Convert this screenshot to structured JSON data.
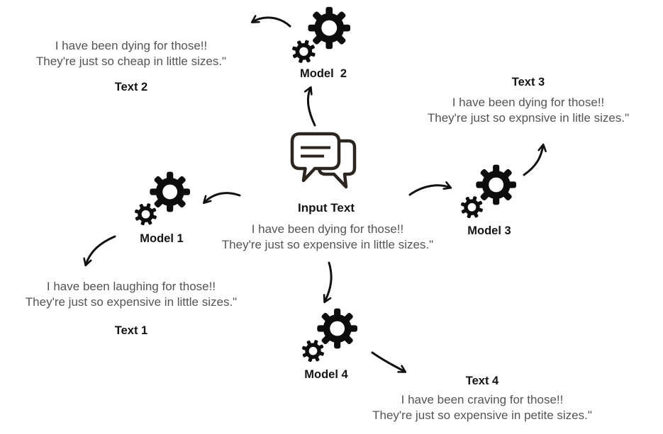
{
  "colors": {
    "background": "#ffffff",
    "quote_text": "#545454",
    "label_text": "#141414",
    "gear_icon": "#0d0d0d",
    "chat_icon_stroke": "#2b241f",
    "arrow": "#111111"
  },
  "icons": {
    "input": "chat-bubbles-icon",
    "model": "gears-icon"
  },
  "input": {
    "label": "Input Text",
    "line1": "I have been dying for those!!",
    "line2": "They're just so expensive in little sizes.\""
  },
  "models": [
    {
      "label": "Model 1"
    },
    {
      "label": "Model  2"
    },
    {
      "label": "Model 3"
    },
    {
      "label": "Model 4"
    }
  ],
  "outputs": [
    {
      "label": "Text 1",
      "line1": "I have been laughing for those!!",
      "line2": "They're just so expensive in little sizes.\""
    },
    {
      "label": "Text 2",
      "line1": "I have been dying for those!!",
      "line2": "They're just so cheap in little sizes.\""
    },
    {
      "label": "Text 3",
      "line1": "I have been dying for those!!",
      "line2": "They're just so expnsive in litle sizes.\""
    },
    {
      "label": "Text 4",
      "line1": "I have been craving for those!!",
      "line2": "They're just so expensive in petite sizes.\""
    }
  ]
}
